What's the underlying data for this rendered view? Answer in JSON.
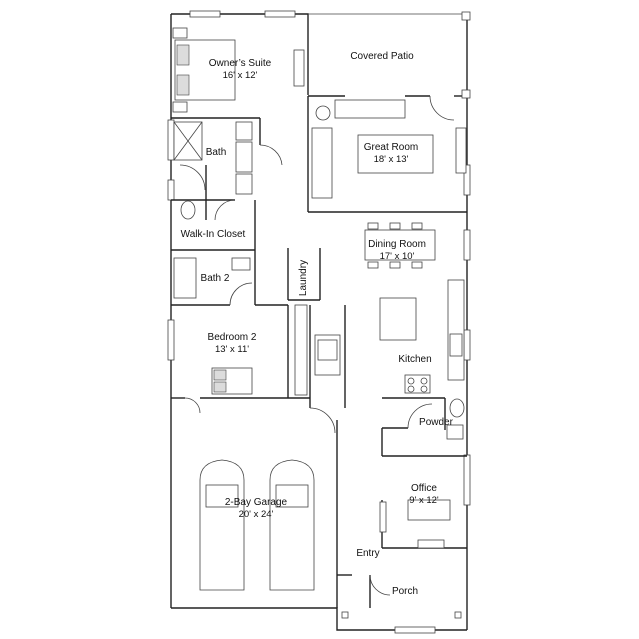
{
  "floor_plan": {
    "rooms": [
      {
        "id": "owners-suite",
        "name": "Owner’s Suite",
        "size": "16' x 12'"
      },
      {
        "id": "covered-patio",
        "name": "Covered Patio"
      },
      {
        "id": "great-room",
        "name": "Great Room",
        "size": "18' x 13'"
      },
      {
        "id": "bath",
        "name": "Bath"
      },
      {
        "id": "walk-in-closet",
        "name": "Walk-In Closet"
      },
      {
        "id": "dining-room",
        "name": "Dining Room",
        "size": "17' x 10'"
      },
      {
        "id": "bath-2",
        "name": "Bath 2"
      },
      {
        "id": "laundry",
        "name": "Laundry"
      },
      {
        "id": "bedroom-2",
        "name": "Bedroom 2",
        "size": "13' x 11'"
      },
      {
        "id": "kitchen",
        "name": "Kitchen"
      },
      {
        "id": "powder",
        "name": "Powder"
      },
      {
        "id": "office",
        "name": "Office",
        "size": "9' x 12'"
      },
      {
        "id": "garage",
        "name": "2-Bay Garage",
        "size": "20' x 24'"
      },
      {
        "id": "entry",
        "name": "Entry"
      },
      {
        "id": "porch",
        "name": "Porch"
      }
    ]
  }
}
